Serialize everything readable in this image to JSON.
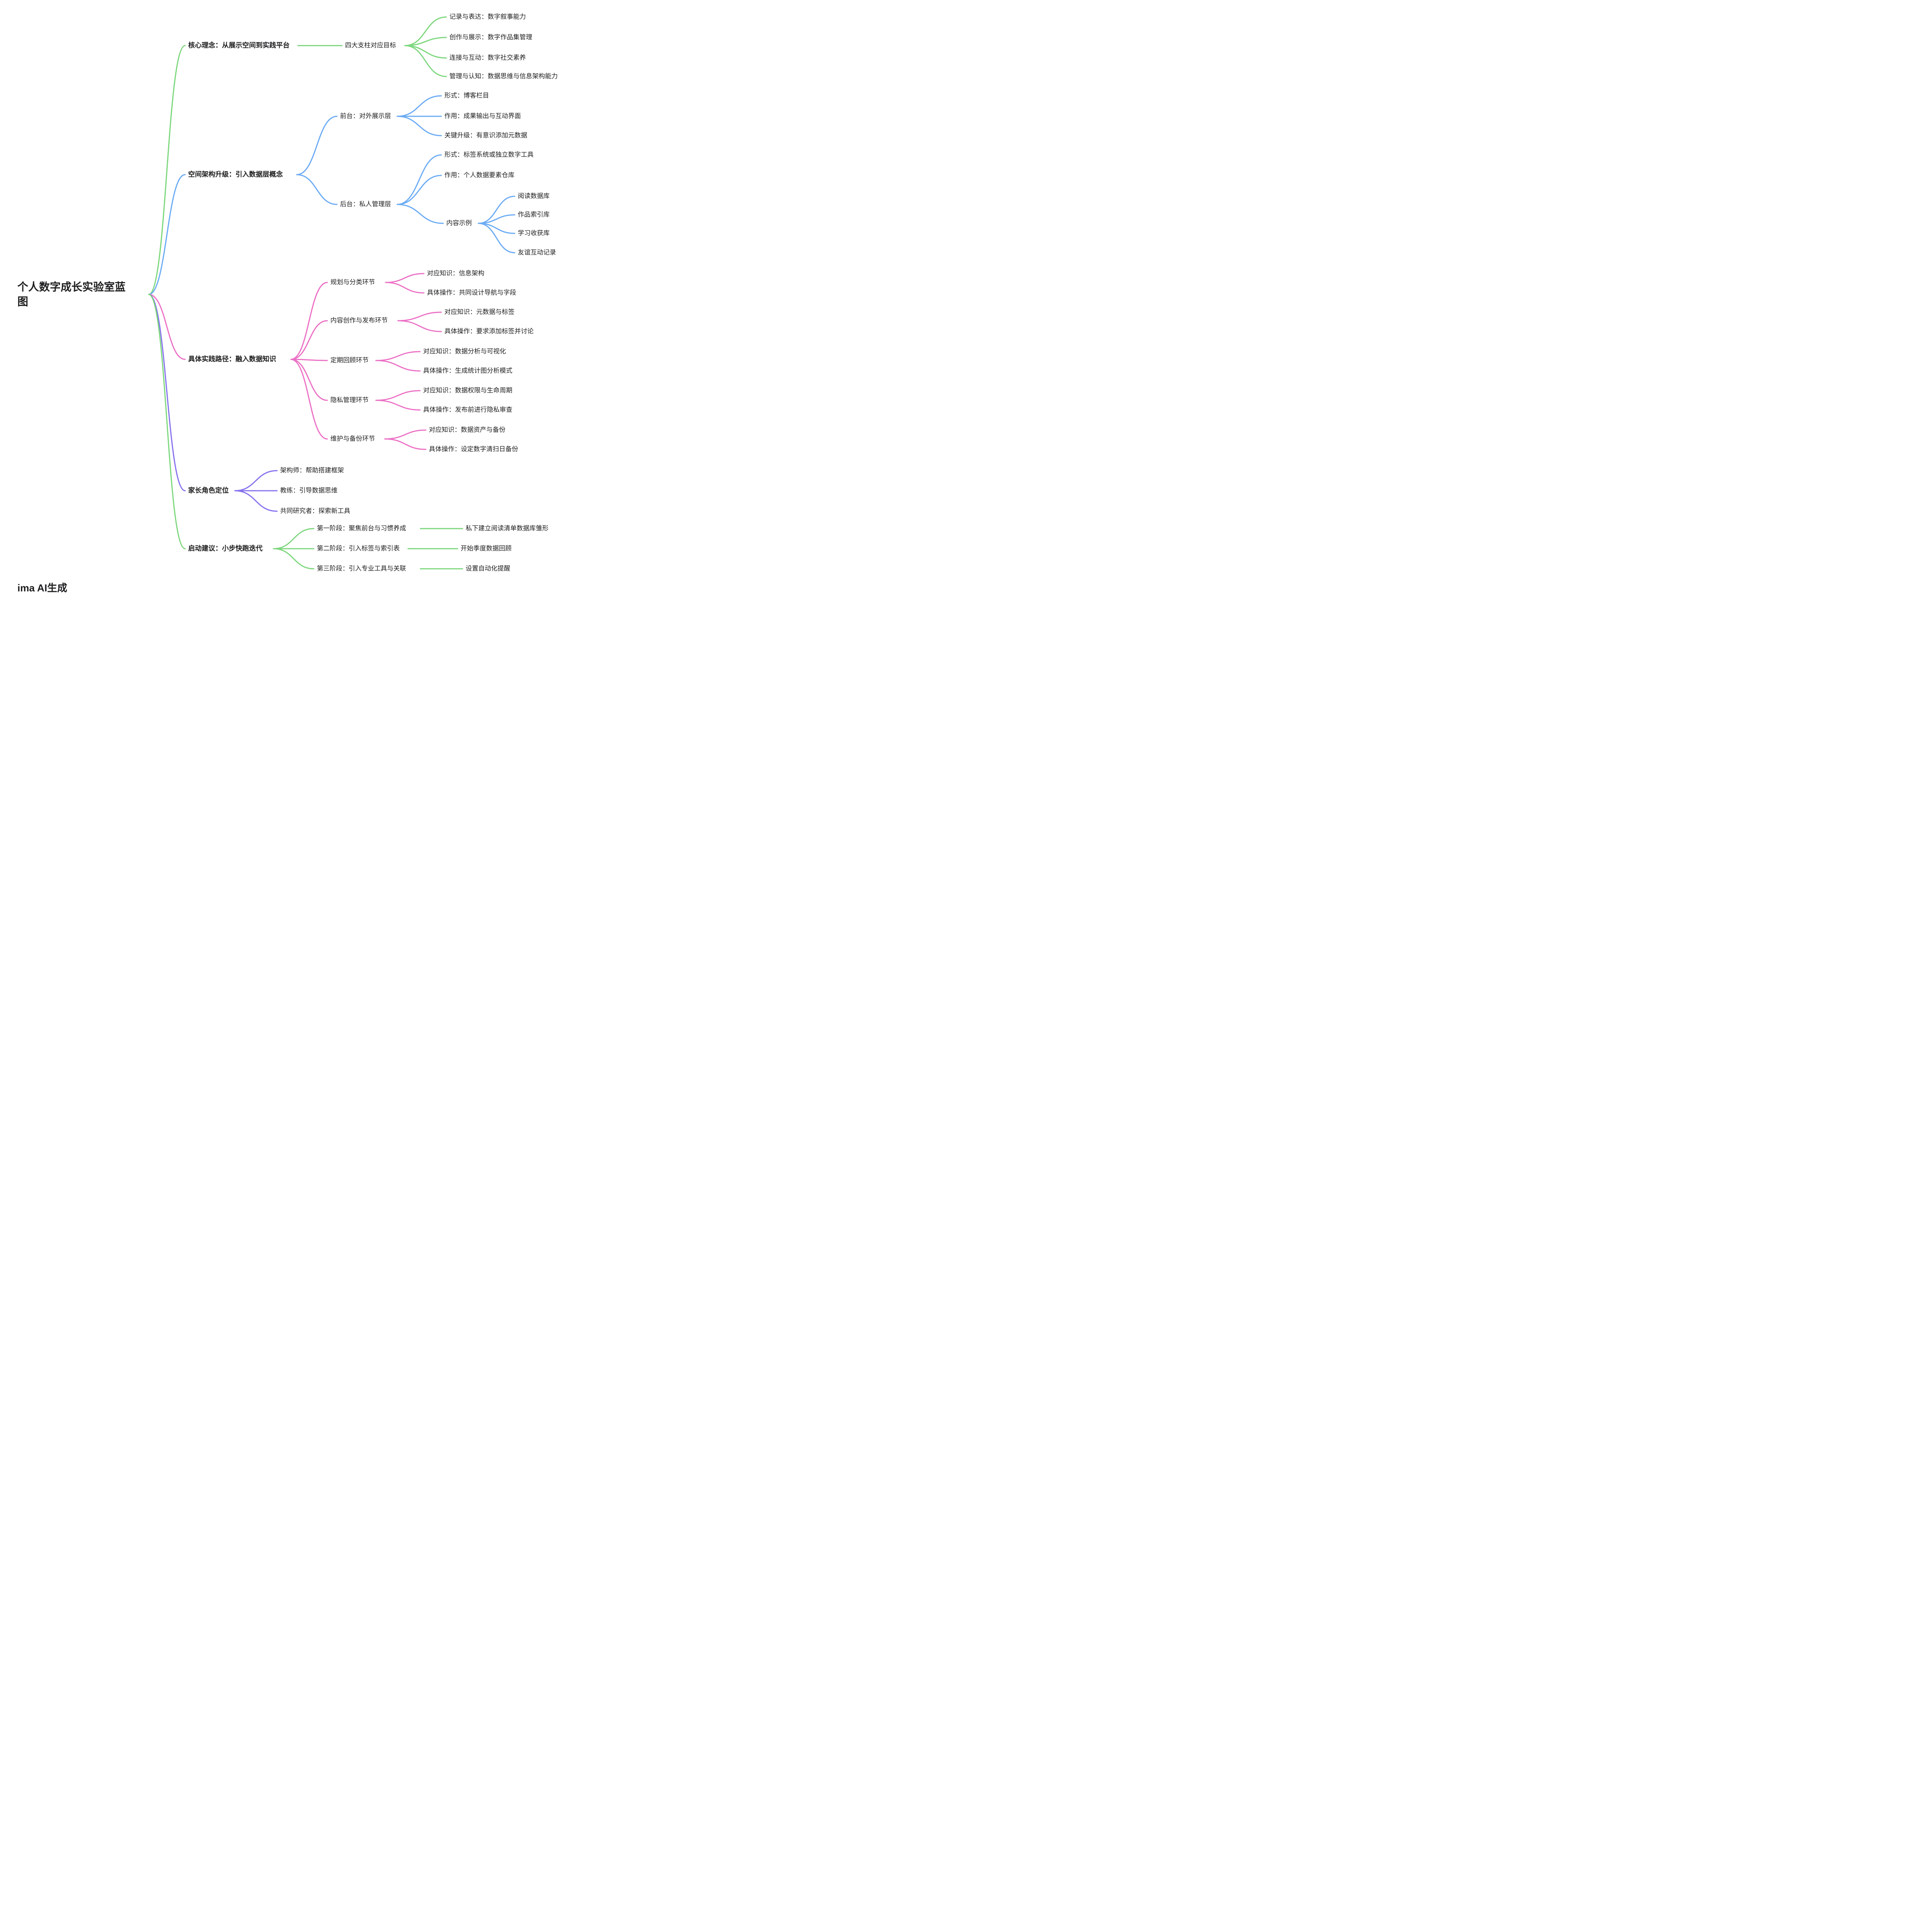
{
  "page": {
    "background": "#ffffff",
    "footer": "ima AI生成"
  },
  "palette": {
    "green": "#7cd77c",
    "blue": "#6aabf4",
    "pink": "#ec6fc5",
    "purple": "#8671ee",
    "text": "#1d1d1f"
  },
  "mindmap": {
    "root": {
      "label": "个人数字成长实验室蓝图"
    },
    "branches": [
      {
        "label": "核心理念：从展示空间到实践平台",
        "color": "#7cd77c",
        "children": [
          {
            "label": "四大支柱对应目标",
            "children": [
              {
                "label": "记录与表达：数字叙事能力"
              },
              {
                "label": "创作与展示：数字作品集管理"
              },
              {
                "label": "连接与互动：数字社交素养"
              },
              {
                "label": "管理与认知：数据思维与信息架构能力"
              }
            ]
          }
        ]
      },
      {
        "label": "空间架构升级：引入数据层概念",
        "color": "#6aabf4",
        "children": [
          {
            "label": "前台：对外展示层",
            "children": [
              {
                "label": "形式：博客栏目"
              },
              {
                "label": "作用：成果输出与互动界面"
              },
              {
                "label": "关键升级：有意识添加元数据"
              }
            ]
          },
          {
            "label": "后台：私人管理层",
            "children": [
              {
                "label": "形式：标签系统或独立数字工具"
              },
              {
                "label": "作用：个人数据要素仓库"
              },
              {
                "label": "内容示例",
                "children": [
                  {
                    "label": "阅读数据库"
                  },
                  {
                    "label": "作品索引库"
                  },
                  {
                    "label": "学习收获库"
                  },
                  {
                    "label": "友谊互动记录"
                  }
                ]
              }
            ]
          }
        ]
      },
      {
        "label": "具体实践路径：融入数据知识",
        "color": "#ec6fc5",
        "children": [
          {
            "label": "规划与分类环节",
            "children": [
              {
                "label": "对应知识：信息架构"
              },
              {
                "label": "具体操作：共同设计导航与字段"
              }
            ]
          },
          {
            "label": "内容创作与发布环节",
            "children": [
              {
                "label": "对应知识：元数据与标签"
              },
              {
                "label": "具体操作：要求添加标签并讨论"
              }
            ]
          },
          {
            "label": "定期回顾环节",
            "children": [
              {
                "label": "对应知识：数据分析与可视化"
              },
              {
                "label": "具体操作：生成统计图分析模式"
              }
            ]
          },
          {
            "label": "隐私管理环节",
            "children": [
              {
                "label": "对应知识：数据权限与生命周期"
              },
              {
                "label": "具体操作：发布前进行隐私审查"
              }
            ]
          },
          {
            "label": "维护与备份环节",
            "children": [
              {
                "label": "对应知识：数据资产与备份"
              },
              {
                "label": "具体操作：设定数字清扫日备份"
              }
            ]
          }
        ]
      },
      {
        "label": "家长角色定位",
        "color": "#8671ee",
        "children": [
          {
            "label": "架构师：帮助搭建框架"
          },
          {
            "label": "教练：引导数据思维"
          },
          {
            "label": "共同研究者：探索新工具"
          }
        ]
      },
      {
        "label": "启动建议：小步快跑迭代",
        "color": "#7cd77c",
        "children": [
          {
            "label": "第一阶段：聚焦前台与习惯养成",
            "children": [
              {
                "label": "私下建立阅读清单数据库雏形"
              }
            ]
          },
          {
            "label": "第二阶段：引入标签与索引表",
            "children": [
              {
                "label": "开始季度数据回顾"
              }
            ]
          },
          {
            "label": "第三阶段：引入专业工具与关联",
            "children": [
              {
                "label": "设置自动化提醒"
              }
            ]
          }
        ]
      }
    ]
  }
}
